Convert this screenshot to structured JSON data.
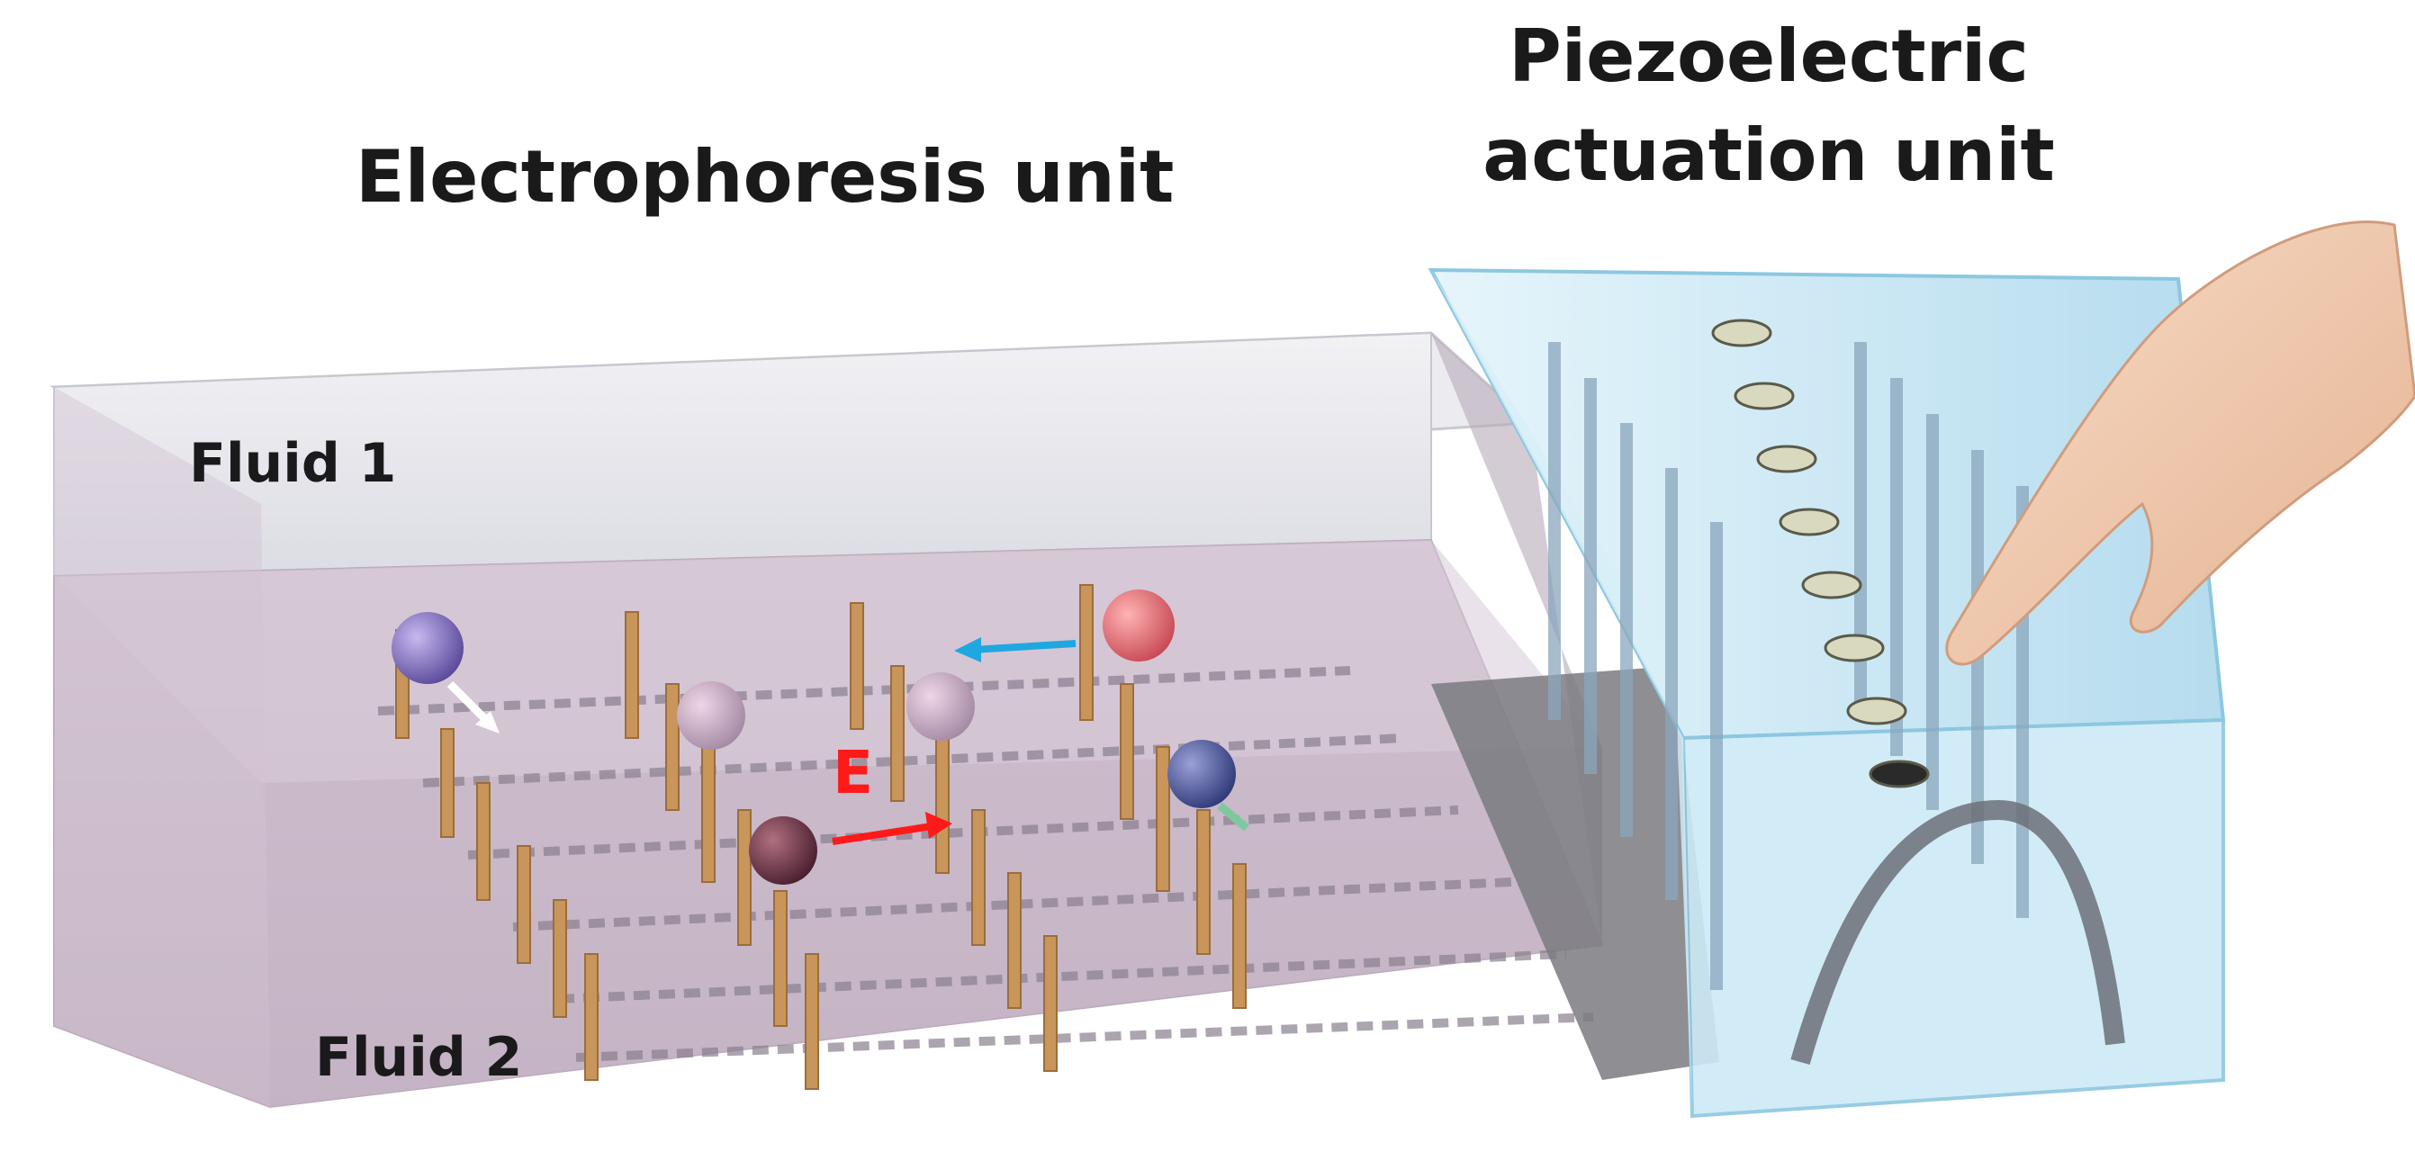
{
  "figure": {
    "title_left": "Electrophoresis unit",
    "title_right_line1": "Piezoelectric",
    "title_right_line2": "actuation unit",
    "fluid_top": "Fluid 1",
    "fluid_bottom": "Fluid 2",
    "field_label": "E"
  },
  "colors": {
    "accent_field": "#ff1a1a",
    "accent_flow": "#1fa8e0",
    "electrode": "#c8955a",
    "tank_glass": "#bfe3f2",
    "fluid_top": "#e4e4ea",
    "fluid_bottom": "#cbbccc"
  }
}
